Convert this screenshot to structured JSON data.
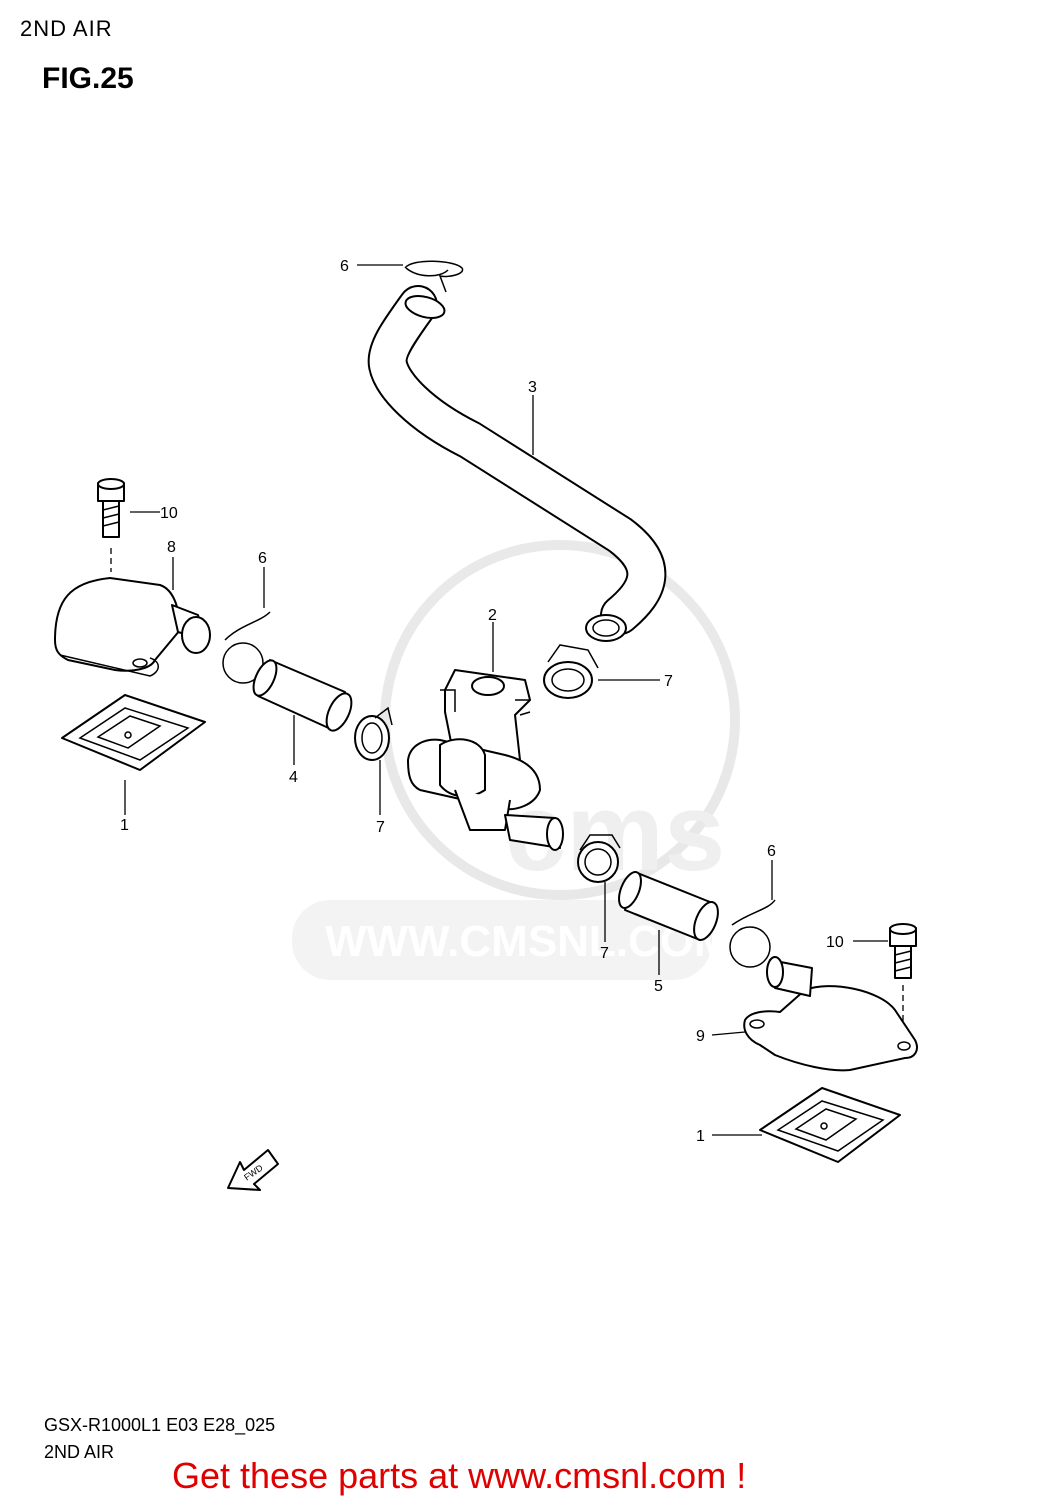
{
  "header": {
    "title": "2ND AIR",
    "figure": "FIG.25"
  },
  "callouts": {
    "c1a": "1",
    "c1b": "1",
    "c2": "2",
    "c3": "3",
    "c4": "4",
    "c5": "5",
    "c6a": "6",
    "c6b": "6",
    "c6c": "6",
    "c7a": "7",
    "c7b": "7",
    "c7c": "7",
    "c8": "8",
    "c9": "9",
    "c10a": "10",
    "c10b": "10"
  },
  "fwd_label": "FWD",
  "watermark": {
    "url": "WWW.CMSNL.COM",
    "logo_text": "cms"
  },
  "footer": {
    "code": "GSX-R1000L1 E03 E28_025",
    "name": "2ND AIR"
  },
  "promo": "Get these parts at www.cmsnl.com !"
}
